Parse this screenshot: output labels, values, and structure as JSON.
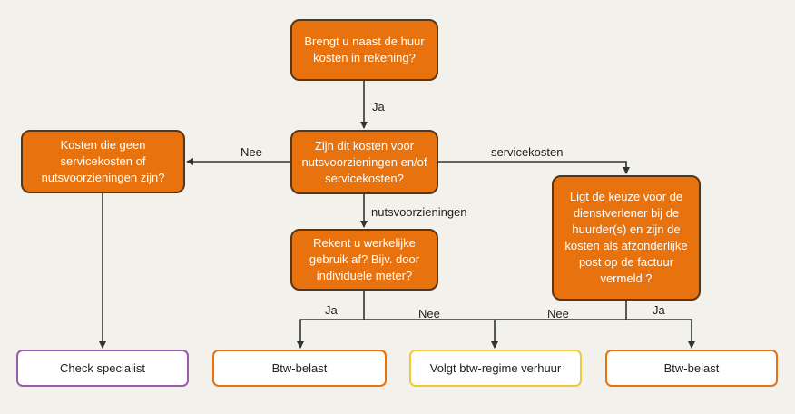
{
  "nodes": {
    "q1": "Brengt u naast de huur kosten in rekening?",
    "q2": "Zijn dit kosten voor nutsvoorzieningen en/of servicekosten?",
    "q3": "Kosten die geen servicekosten of nutsvoorzieningen zijn?",
    "q4": "Rekent u werkelijke gebruik af? Bijv. door individuele meter?",
    "q5": "Ligt de keuze voor de dienstverlener bij de huurder(s) en zijn de kosten als afzonderlijke post op de factuur vermeld ?",
    "r1": "Check specialist",
    "r2": "Btw-belast",
    "r3": "Volgt btw-regime verhuur",
    "r4": "Btw-belast"
  },
  "labels": {
    "ja_top": "Ja",
    "nee_left": "Nee",
    "servicekosten": "servicekosten",
    "nutsvoorzieningen": "nutsvoorzieningen",
    "ja_left_bottom": "Ja",
    "nee_mid_bottom": "Nee",
    "nee_right_bottom": "Nee",
    "ja_right_bottom": "Ja"
  },
  "colors": {
    "question_fill": "#e8730e",
    "question_border": "#5a3514",
    "result_orange_border": "#e8730e",
    "result_purple_border": "#9a5ab0",
    "result_yellow_border": "#f2c83a",
    "connector": "#333333",
    "background": "#f3f1ec"
  }
}
